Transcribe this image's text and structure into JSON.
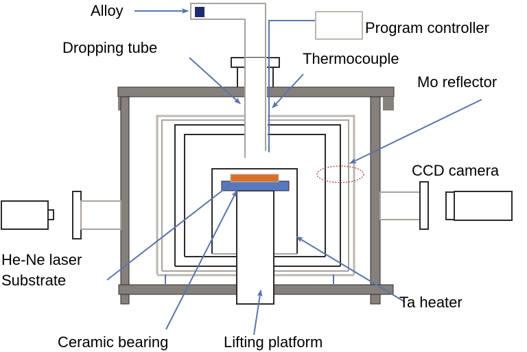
{
  "diagram": {
    "type": "apparatus-schematic",
    "colors": {
      "chamber_wall": "#85807b",
      "outline": "#2a2a2a",
      "reflector_light": "#bdb6b0",
      "reflector_mid": "#a8a29d",
      "pointer": "#5a74aa",
      "alloy": "#1f2b6e",
      "sample": "#d9702a",
      "substrate": "#5878c0",
      "camera_window": "#c05050"
    },
    "labels": {
      "alloy": "Alloy",
      "program_controller": "Program controller",
      "dropping_tube": "Dropping tube",
      "thermocouple": "Thermocouple",
      "mo_reflector": "Mo reflector",
      "ccd_camera": "CCD camera",
      "he_ne_laser": "He-Ne laser",
      "substrate": "Substrate",
      "ta_heater": "Ta heater",
      "ceramic_bearing": "Ceramic bearing",
      "lifting_platform": "Lifting platform"
    }
  }
}
